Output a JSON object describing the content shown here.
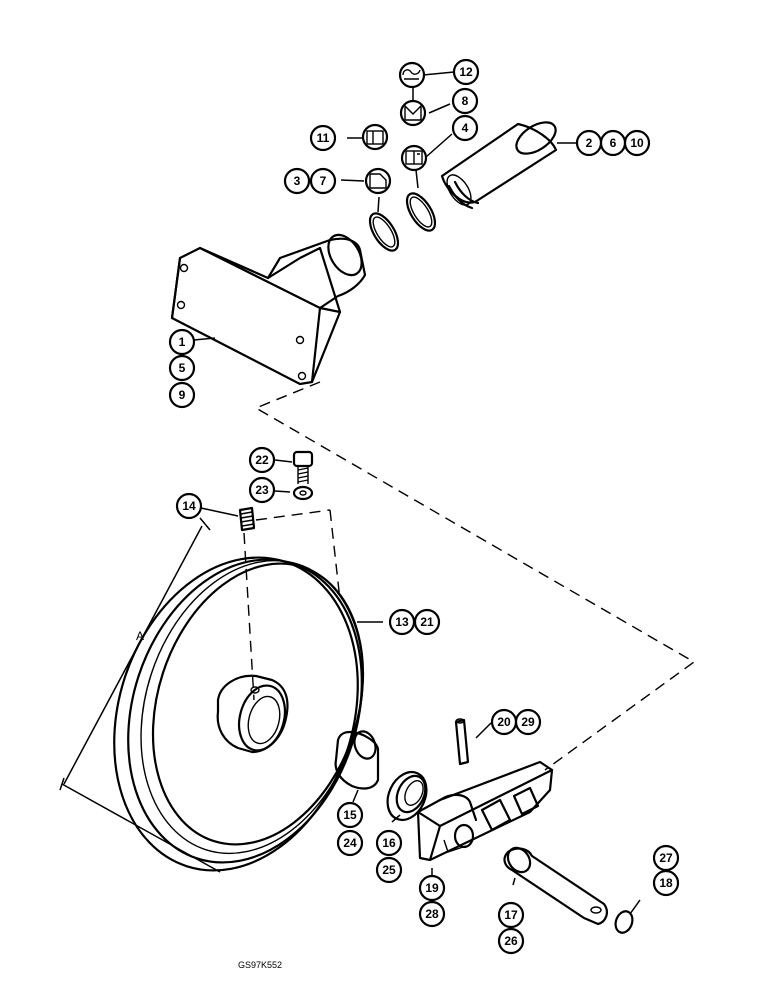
{
  "callouts": {
    "n1": "1",
    "n2": "2",
    "n3": "3",
    "n4": "4",
    "n5": "5",
    "n6": "6",
    "n7": "7",
    "n8": "8",
    "n9": "9",
    "n10": "10",
    "n11": "11",
    "n12": "12",
    "n13": "13",
    "n14": "14",
    "n15": "15",
    "n16": "16",
    "n17": "17",
    "n18": "18",
    "n19": "19",
    "n20": "20",
    "n21": "21",
    "n22": "22",
    "n23": "23",
    "n24": "24",
    "n25": "25",
    "n26": "26",
    "n27": "27",
    "n28": "28",
    "n29": "29"
  },
  "dimension_label": "A",
  "drawing_code": "GS97K552",
  "kit_icons": {
    "callout_12": "seal-kit-icon",
    "callout_8": "gasket-icon",
    "callout_4": "book-icon",
    "callout_11": "book-icon",
    "callout_3_7": "page-icon"
  }
}
